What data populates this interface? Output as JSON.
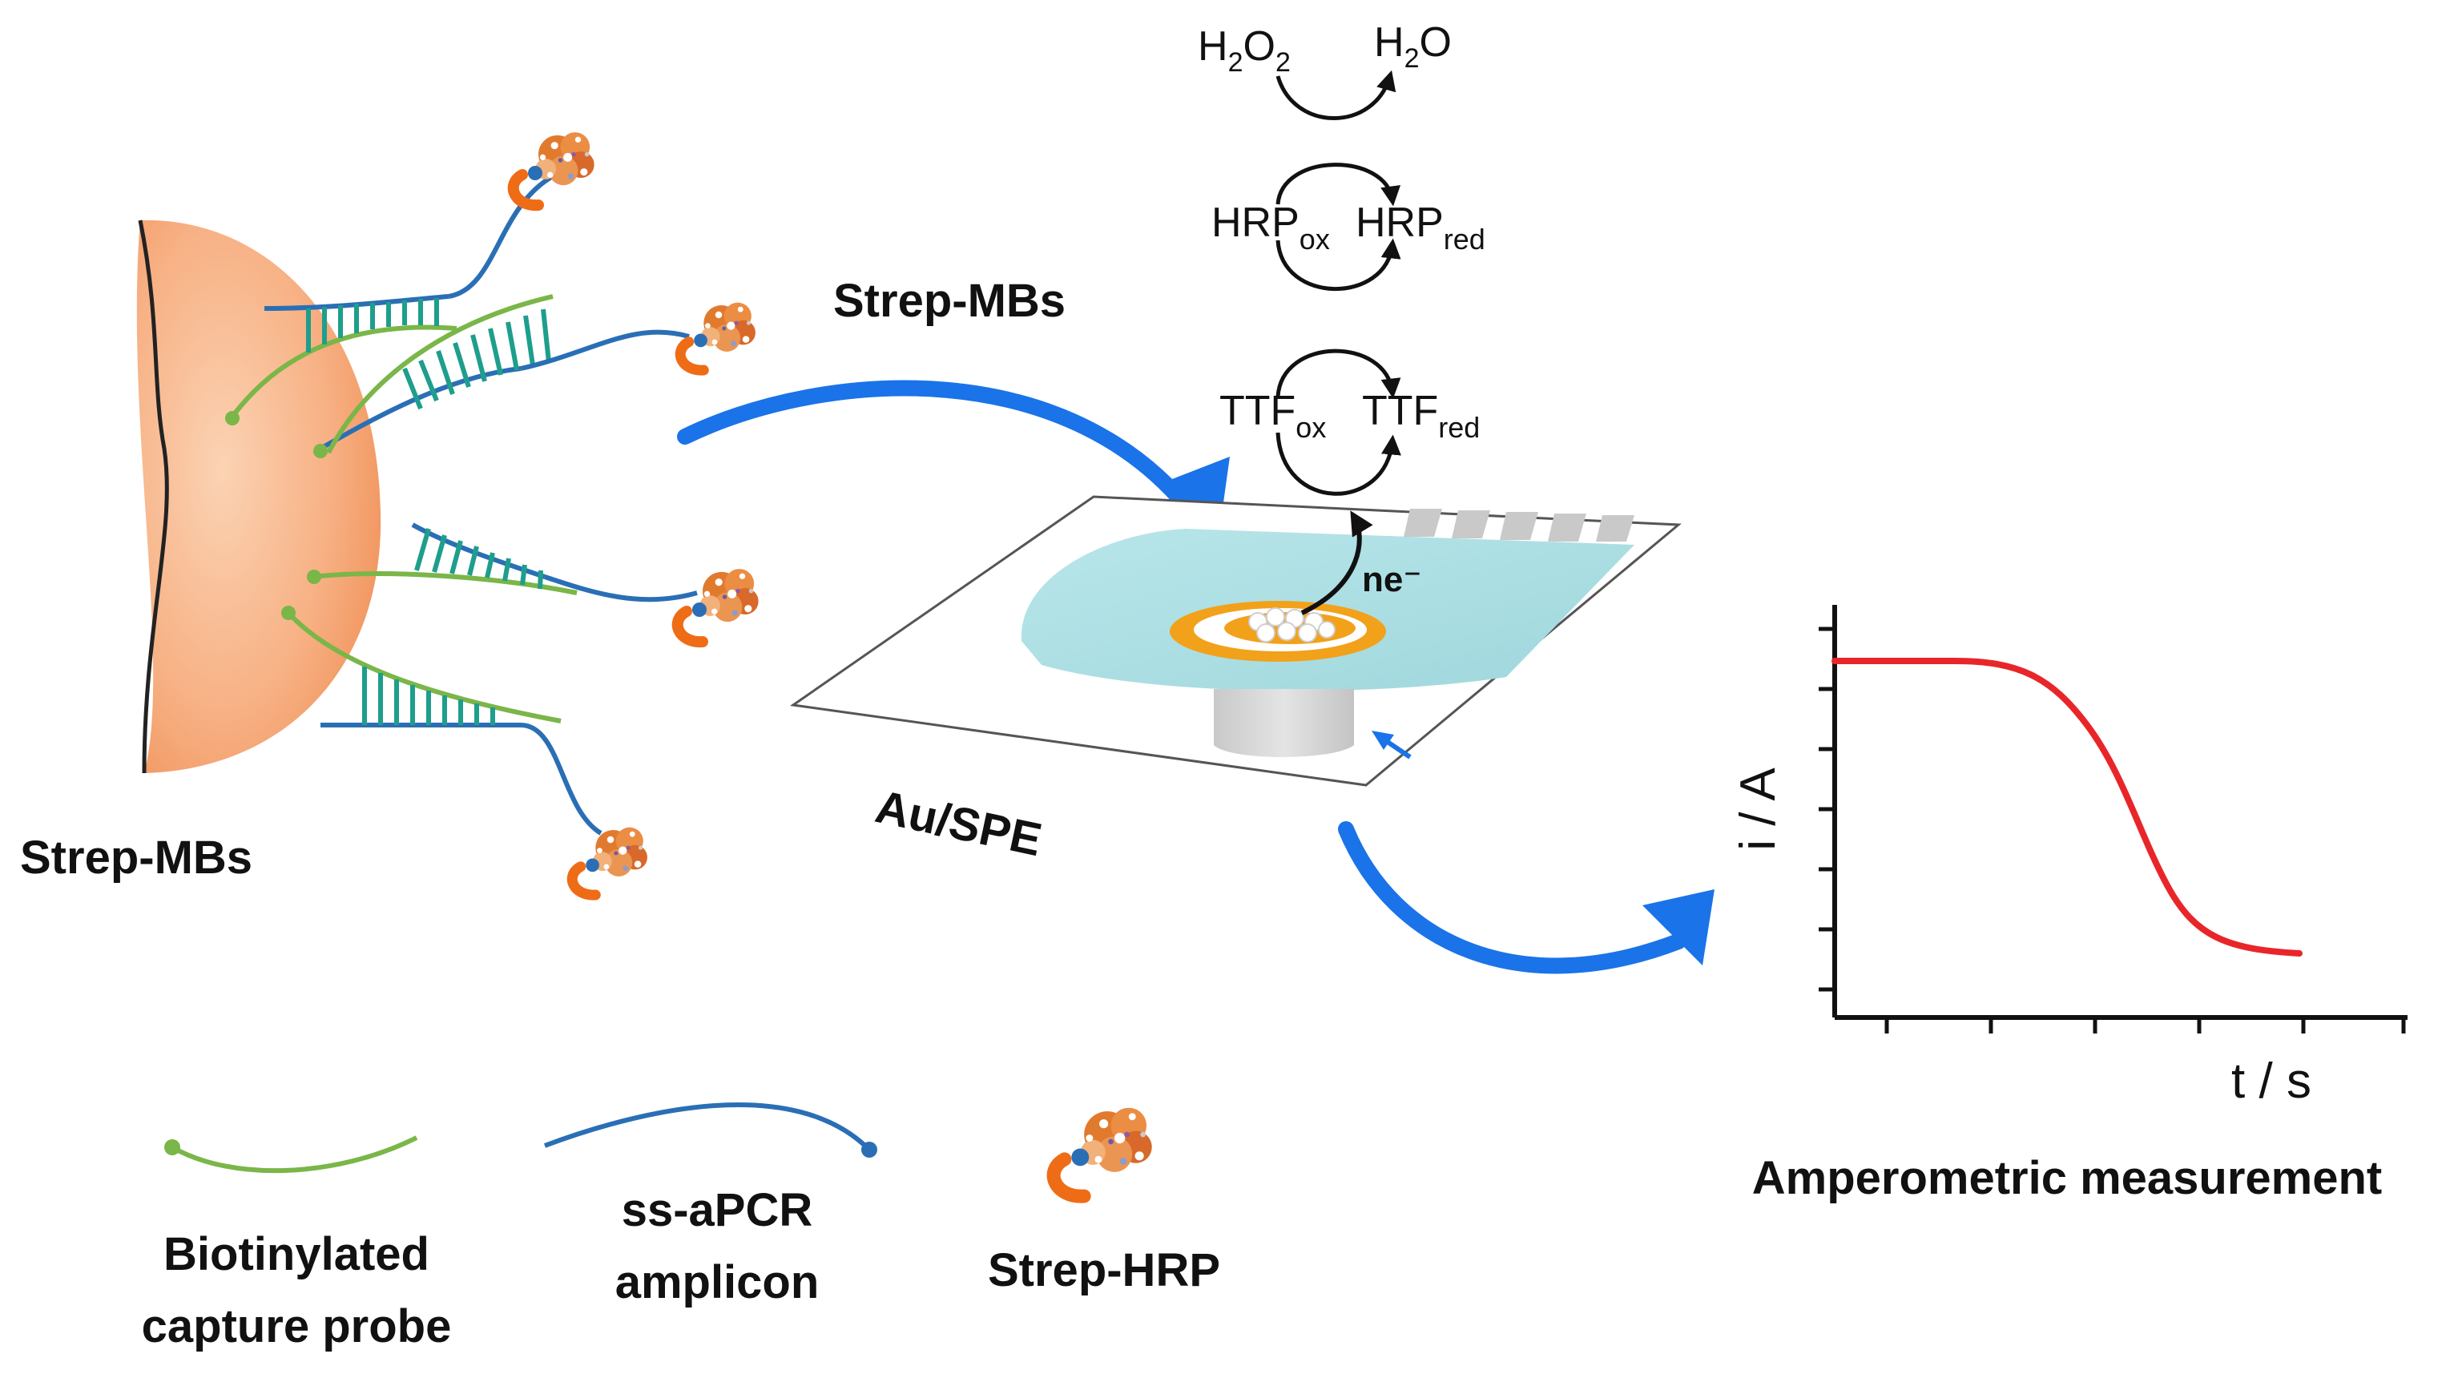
{
  "labels": {
    "strep_mbs_bead": "Strep-MBs",
    "strep_mbs_arrow": "Strep-MBs",
    "au_spe": "Au/SPE",
    "ne": "ne⁻",
    "amperometric": "Amperometric measurement"
  },
  "cycle": {
    "h2o2": {
      "base": "H",
      "sub1": "2",
      "mid": "O",
      "sub2": "2"
    },
    "h2o": {
      "base": "H",
      "sub1": "2",
      "mid": "O"
    },
    "hrp_ox": {
      "base": "HRP",
      "sub": "ox"
    },
    "hrp_red": {
      "base": "HRP",
      "sub": "red"
    },
    "ttf_ox": {
      "base": "TTF",
      "sub": "ox"
    },
    "ttf_red": {
      "base": "TTF",
      "sub": "red"
    }
  },
  "legend": {
    "probe_line1": "Biotinylated",
    "probe_line2": "capture probe",
    "amplicon_line1": "ss-aPCR",
    "amplicon_line2": "amplicon",
    "strep_hrp": "Strep-HRP"
  },
  "plot": {
    "ylabel": "i / A",
    "xlabel": "t / s",
    "curve_color": "#e8262a"
  },
  "colors": {
    "arrow_blue": "#1a73e8",
    "probe_green": "#7ab648",
    "amplicon_blue": "#2a6fb5",
    "bead_orange": "#f5a36f",
    "solution_cyan": "#a9dfe3",
    "electrode_orange": "#f2a11a"
  }
}
